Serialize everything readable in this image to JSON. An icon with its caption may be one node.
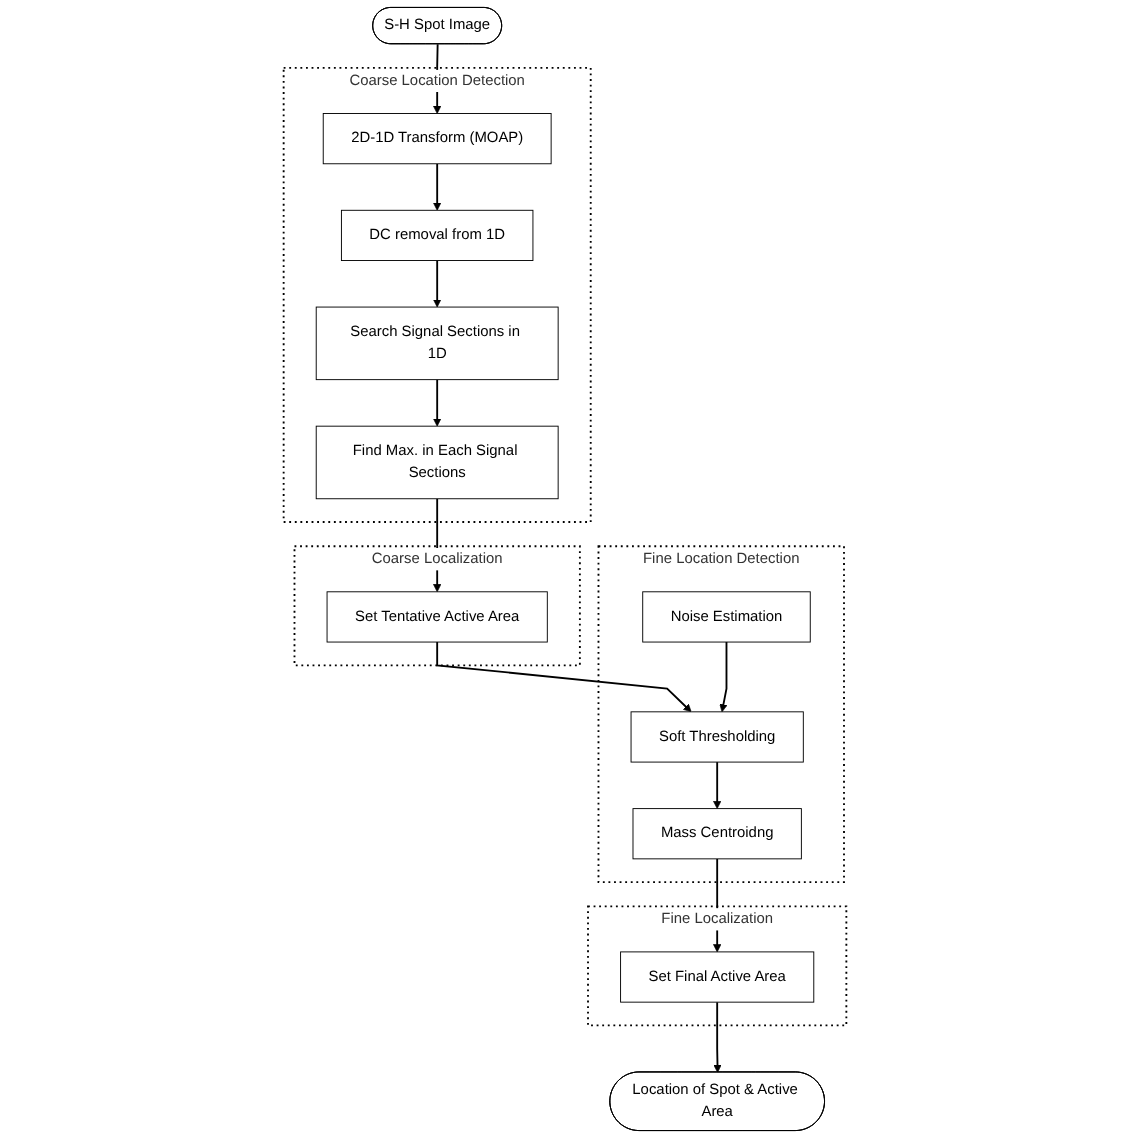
{
  "diagram": {
    "nodes": [
      {
        "text": [
          "S-H Spot Image"
        ]
      },
      {
        "text": [
          "Coarse Location Detection"
        ]
      },
      {
        "text": [
          "2D-1D Transform (MOAP)"
        ],
        "in": 1
      },
      {
        "text": [
          "DC removal from 1D"
        ],
        "in": 1
      },
      {
        "text": [
          "Search Signal Sections in 1D"
        ],
        "in": 1
      },
      {
        "text": [
          "Find Max. in Each Signal Sections"
        ],
        "in": 1
      },
      {
        "text": [
          "Coarse Localization"
        ]
      },
      {
        "text": [
          "Set Tentative Active Area"
        ],
        "in": 6
      },
      {
        "text": [
          "Fine Location Detection"
        ]
      },
      {
        "text": [
          "Soft Thresholding"
        ],
        "in": 8
      },
      {
        "text": [
          "Noise Estimation"
        ],
        "in": 8
      },
      {
        "text": [
          "Mass Centroidng"
        ],
        "in": 8
      },
      {
        "text": [
          "Fine Localization"
        ]
      },
      {
        "text": [
          "Set Final Active Area"
        ],
        "in": 12
      },
      {
        "text": [
          "Location of Spot & Active Area"
        ]
      }
    ],
    "edges": [
      {
        "from": 0,
        "to": 2,
        "arrow": "to"
      },
      {
        "from": 2,
        "to": 3,
        "arrow": "to"
      },
      {
        "from": 3,
        "to": 4,
        "arrow": "to"
      },
      {
        "from": 4,
        "to": 5,
        "arrow": "to"
      },
      {
        "from": 5,
        "to": 7,
        "arrow": "to"
      },
      {
        "from": 7,
        "to": 9,
        "arrow": "to"
      },
      {
        "from": 10,
        "to": 9,
        "arrow": "to"
      },
      {
        "from": 9,
        "to": 11,
        "arrow": "to"
      },
      {
        "from": 11,
        "to": 13,
        "arrow": "to"
      },
      {
        "from": 13,
        "to": 14,
        "arrow": "to"
      }
    ]
  }
}
